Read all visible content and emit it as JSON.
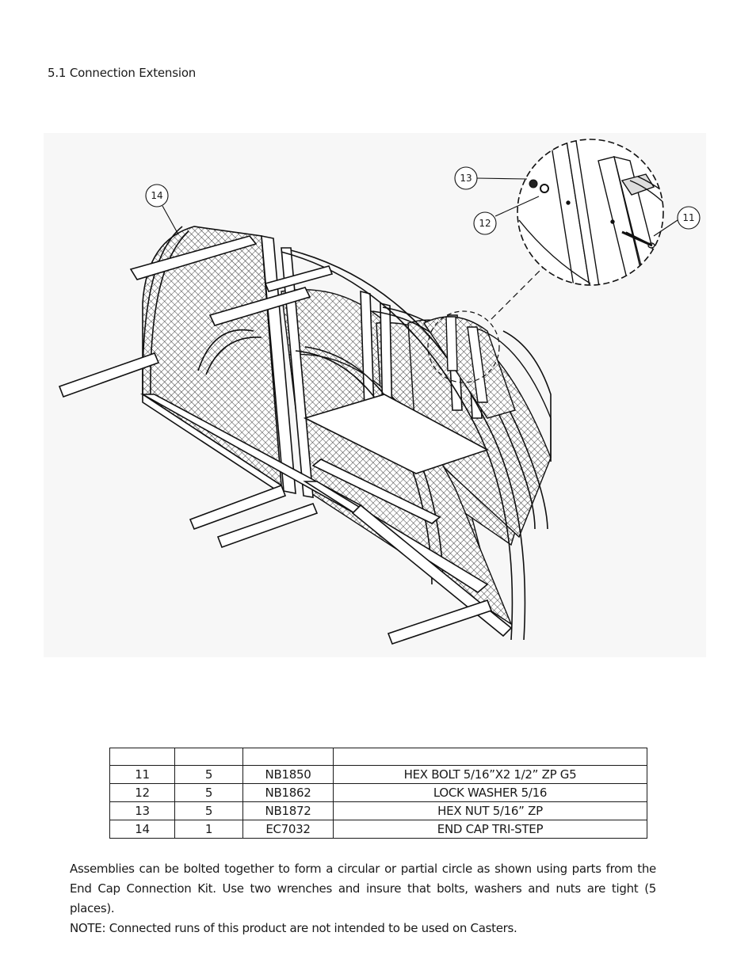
{
  "section_title": "5.1 Connection Extension",
  "callouts": {
    "c14": "14",
    "c13": "13",
    "c12": "12",
    "c11": "11"
  },
  "parts_table": {
    "headers": [
      "",
      "",
      "",
      ""
    ],
    "rows": [
      [
        "11",
        "5",
        "NB1850",
        "HEX BOLT 5/16”X2 1/2” ZP G5"
      ],
      [
        "12",
        "5",
        "NB1862",
        "LOCK WASHER 5/16"
      ],
      [
        "13",
        "5",
        "NB1872",
        "HEX NUT 5/16” ZP"
      ],
      [
        "14",
        "1",
        "EC7032",
        "END CAP TRI-STEP"
      ]
    ]
  },
  "paragraphs": [
    "Assemblies can be bolted together to form a circular or partial circle as shown using parts from the End Cap Connection Kit. Use two wrenches and insure that bolts, washers and nuts are tight (5 places).",
    "NOTE: Connected runs of this product are not intended to be used on Casters."
  ]
}
